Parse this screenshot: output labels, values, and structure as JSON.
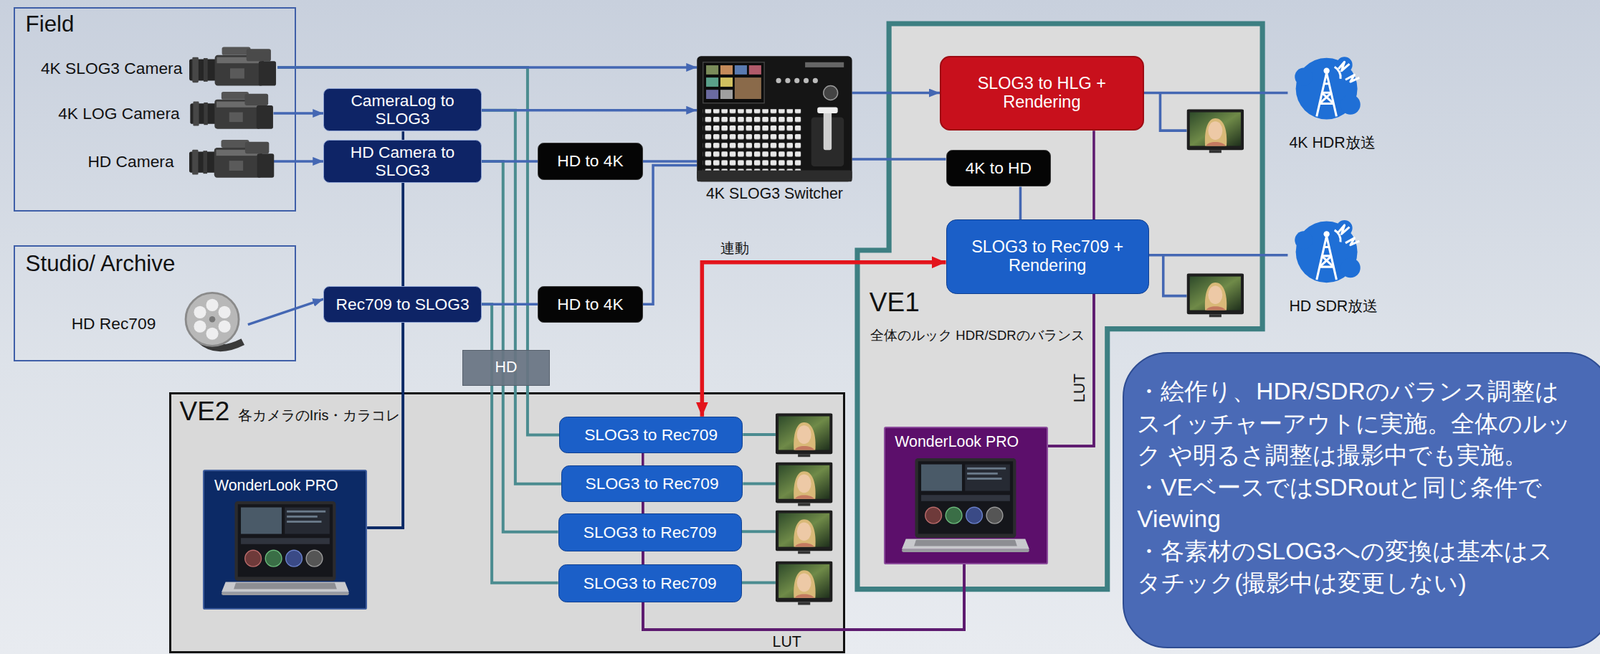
{
  "diagram": {
    "nodes": [
      {
        "text": [
          "Field"
        ]
      },
      {
        "text": [
          "4K SLOG3 Camera"
        ],
        "in": 0
      },
      {
        "text": [
          "4K LOG Camera"
        ],
        "in": 0
      },
      {
        "text": [
          "HD Camera"
        ],
        "in": 0
      },
      {
        "text": [
          "CameraLog to SLOG3"
        ]
      },
      {
        "text": [
          "HD Camera to SLOG3"
        ]
      },
      {
        "text": [
          "HD to 4K"
        ]
      },
      {
        "text": [
          "4K SLOG3 Switcher"
        ]
      },
      {
        "text": [
          "VE1",
          "全体のルック HDR/SDRのバランス"
        ]
      },
      {
        "text": [
          "SLOG3 to HLG + Rendering"
        ],
        "in": 8
      },
      {
        "text": [
          "4K to HD"
        ],
        "in": 8
      },
      {
        "text": [
          "SLOG3 to Rec709 + Rendering"
        ],
        "in": 8
      },
      {
        "text": [
          "WonderLook PRO"
        ],
        "in": 8
      },
      {
        "text": [
          "4K HDR放送"
        ]
      },
      {
        "text": [
          "HD SDR放送"
        ]
      },
      {
        "text": [
          "Studio/ Archive"
        ]
      },
      {
        "text": [
          "HD Rec709"
        ],
        "in": 15
      },
      {
        "text": [
          "Rec709 to SLOG3"
        ]
      },
      {
        "text": [
          "HD to 4K"
        ]
      },
      {
        "text": [
          "HD"
        ]
      },
      {
        "text": [
          "VE2",
          "各カメラのIris・カラコレ"
        ]
      },
      {
        "text": [
          "WonderLook PRO"
        ],
        "in": 20
      },
      {
        "text": [
          "SLOG3 to Rec709"
        ],
        "in": 20
      },
      {
        "text": [
          "SLOG3 to Rec709"
        ],
        "in": 20
      },
      {
        "text": [
          "SLOG3 to Rec709"
        ],
        "in": 20
      },
      {
        "text": [
          "SLOG3 to Rec709"
        ],
        "in": 20
      },
      {
        "text": [
          "・絵作り、HDR/SDRのバランス調整は スイッチャーアウトに実施。全体のルック や明るさ調整は撮影中でも実施。",
          "・VEベースではSDRoutと同じ条件で Viewing",
          "・各素材のSLOG3への変換は基本はス タチック(撮影中は変更しない)"
        ]
      }
    ],
    "edges": [
      {
        "from": 1,
        "to": 22,
        "arrow": "none"
      },
      {
        "from": 4,
        "to": 23,
        "arrow": "none"
      },
      {
        "from": 5,
        "to": 24,
        "arrow": "none"
      },
      {
        "from": 17,
        "to": 25,
        "arrow": "none"
      },
      {
        "from": 12,
        "to": 9,
        "arrow": "none"
      },
      {
        "from": 12,
        "to": 11,
        "arrow": "none"
      },
      {
        "from": 12,
        "to": 22,
        "arrow": "none"
      },
      {
        "from": 12,
        "to": 23,
        "arrow": "none"
      },
      {
        "from": 12,
        "to": 24,
        "arrow": "none"
      },
      {
        "from": 12,
        "to": 25,
        "arrow": "none"
      },
      {
        "from": 21,
        "to": 4,
        "arrow": "none"
      },
      {
        "from": 21,
        "to": 5,
        "arrow": "none"
      },
      {
        "from": 21,
        "to": 17,
        "arrow": "none"
      },
      {
        "from": 1,
        "to": 7,
        "arrow": "to"
      },
      {
        "from": 2,
        "to": 4,
        "arrow": "to"
      },
      {
        "from": 3,
        "to": 5,
        "arrow": "to"
      },
      {
        "from": 4,
        "to": 7,
        "arrow": "to"
      },
      {
        "from": 5,
        "to": 6,
        "arrow": "none"
      },
      {
        "from": 6,
        "to": 7,
        "arrow": "none"
      },
      {
        "from": 16,
        "to": 17,
        "arrow": "to"
      },
      {
        "from": 17,
        "to": 18,
        "arrow": "none"
      },
      {
        "from": 18,
        "to": 7,
        "arrow": "none"
      },
      {
        "from": 7,
        "to": 9,
        "arrow": "to"
      },
      {
        "from": 7,
        "to": 10,
        "arrow": "none"
      },
      {
        "from": 10,
        "to": 11,
        "arrow": "none"
      },
      {
        "from": 9,
        "to": 13,
        "arrow": "none"
      },
      {
        "from": 11,
        "to": 14,
        "arrow": "none"
      },
      {
        "from": 11,
        "to": 22,
        "arrow": "both",
        "label": "連動"
      }
    ],
    "labels": [
      "LUT",
      "LUT"
    ]
  }
}
